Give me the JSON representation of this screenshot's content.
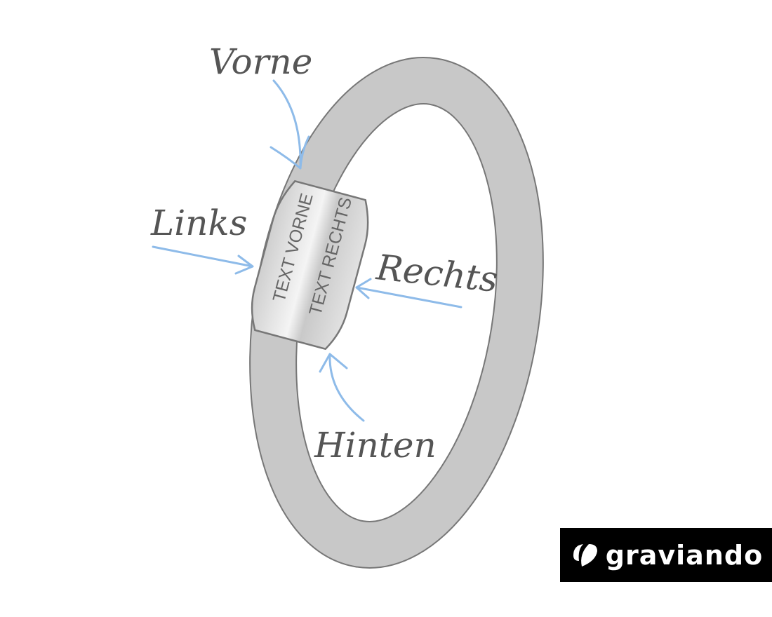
{
  "labels": {
    "front": "Vorne",
    "left": "Links",
    "right": "Rechts",
    "back": "Hinten"
  },
  "clasp": {
    "front_text": "TEXT VORNE",
    "right_text": "TEXT RECHTS"
  },
  "brand": {
    "name": "graviando"
  },
  "colors": {
    "bracelet": "#c8c8c8",
    "outline": "#777777",
    "arrow": "#8ebbe9",
    "logo_bg": "#000000"
  }
}
